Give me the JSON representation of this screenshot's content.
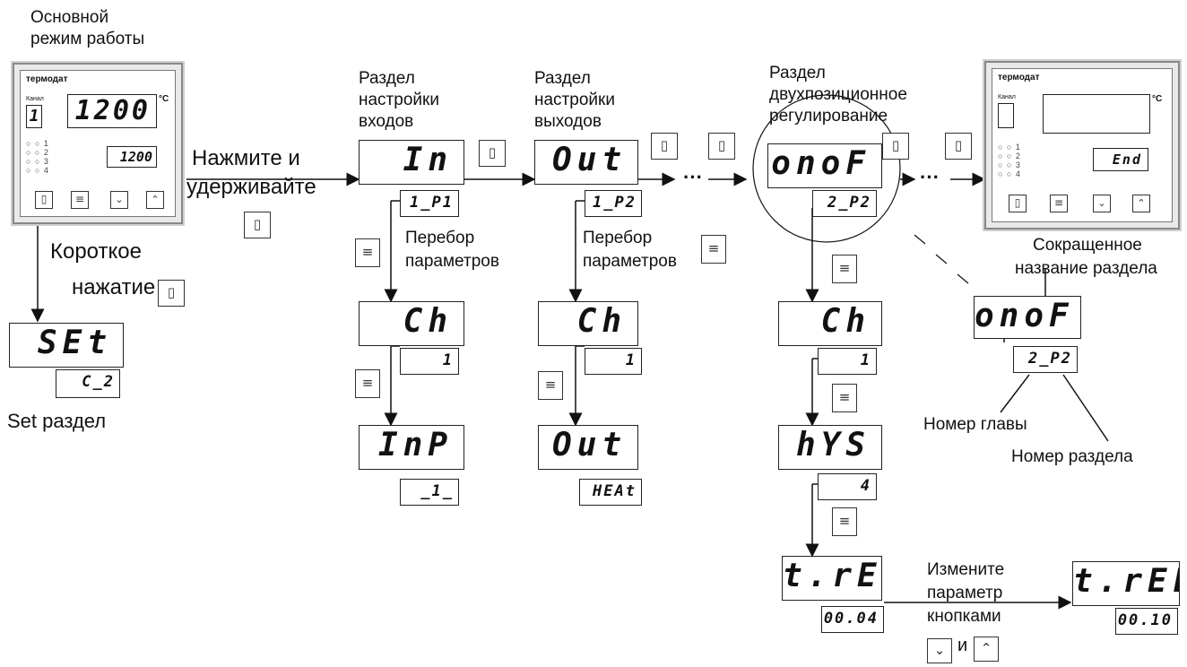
{
  "labels": {
    "main_mode": [
      "Основной",
      "режим работы"
    ],
    "press_hold": [
      "Нажмите и",
      "удерживайте"
    ],
    "short_press": [
      "Короткое",
      "нажатие"
    ],
    "set_section": "Set раздел",
    "inputs_section": [
      "Раздел",
      "настройки",
      "входов"
    ],
    "outputs_section": [
      "Раздел",
      "настройки",
      "выходов"
    ],
    "onoff_section": [
      "Раздел",
      "двухпозиционное",
      "регулирование"
    ],
    "param_cycle_1": [
      "Перебор",
      "параметров"
    ],
    "param_cycle_2": [
      "Перебор",
      "параметров"
    ],
    "short_name": [
      "Сокращенное",
      "название раздела"
    ],
    "chapter_no": "Номер главы",
    "section_no": "Номер раздела",
    "change_param": [
      "Измените",
      "параметр",
      "кнопками"
    ],
    "and": "и",
    "ellipsis": "···"
  },
  "device_left": {
    "brand": "термодат",
    "channel_label": "Канал",
    "channel": "1",
    "main_value": "1200",
    "unit": "°C",
    "sub_value": "1200",
    "leds": [
      "1",
      "2",
      "3",
      "4"
    ]
  },
  "device_right": {
    "brand": "термодат",
    "channel_label": "Канал",
    "channel": "",
    "main_value": "",
    "unit": "°C",
    "sub_value": "End",
    "leds": [
      "1",
      "2",
      "3",
      "4"
    ]
  },
  "displays": {
    "set_main": "SEt",
    "set_sub": "C_2",
    "in_main": "In",
    "in_sub": "1_P1",
    "ch1_main": "Ch",
    "ch1_sub": "1",
    "inp_main": "InP",
    "inp_sub": "_1_",
    "out_main": "Out",
    "out_sub": "1_P2",
    "ch2_main": "Ch",
    "ch2_sub": "1",
    "out2_main": "Out",
    "out2_sub": "HEAt",
    "onof_main": "onoF",
    "onof_sub": "2_P2",
    "ch3_main": "Ch",
    "ch3_sub": "1",
    "hys_main": "hYS",
    "hys_sub": "4",
    "trel_main": "t.rEL",
    "trel_sub": "00.04",
    "trel2_main": "t.rEL",
    "trel2_sub": "00.10",
    "legend_main": "onoF",
    "legend_sub": "2_P2"
  },
  "icons": {
    "page": "page-button-icon",
    "menu": "menu-button-icon",
    "down": "down-arrow-button-icon",
    "up": "up-arrow-button-icon"
  }
}
